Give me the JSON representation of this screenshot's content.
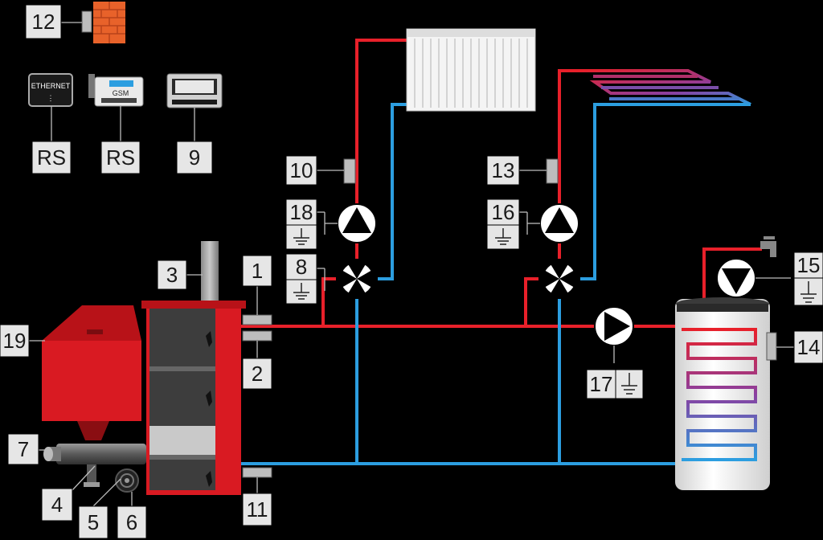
{
  "labels": {
    "n1": "1",
    "n2": "2",
    "n3": "3",
    "n4": "4",
    "n5": "5",
    "n6": "6",
    "n7": "7",
    "n8": "8",
    "n9": "9",
    "n10": "10",
    "n11": "11",
    "n12": "12",
    "n13": "13",
    "n14": "14",
    "n15": "15",
    "n16": "16",
    "n17": "17",
    "n18": "18",
    "n19": "19",
    "rs_left": "RS",
    "rs_right": "RS"
  },
  "devices": {
    "ethernet": "ETHERNET",
    "gsm": "GSM"
  },
  "colors": {
    "hot": "#e8202a",
    "cold": "#2c9ee0",
    "boiler_red": "#d91a22",
    "label_bg": "#e6e6e6"
  }
}
